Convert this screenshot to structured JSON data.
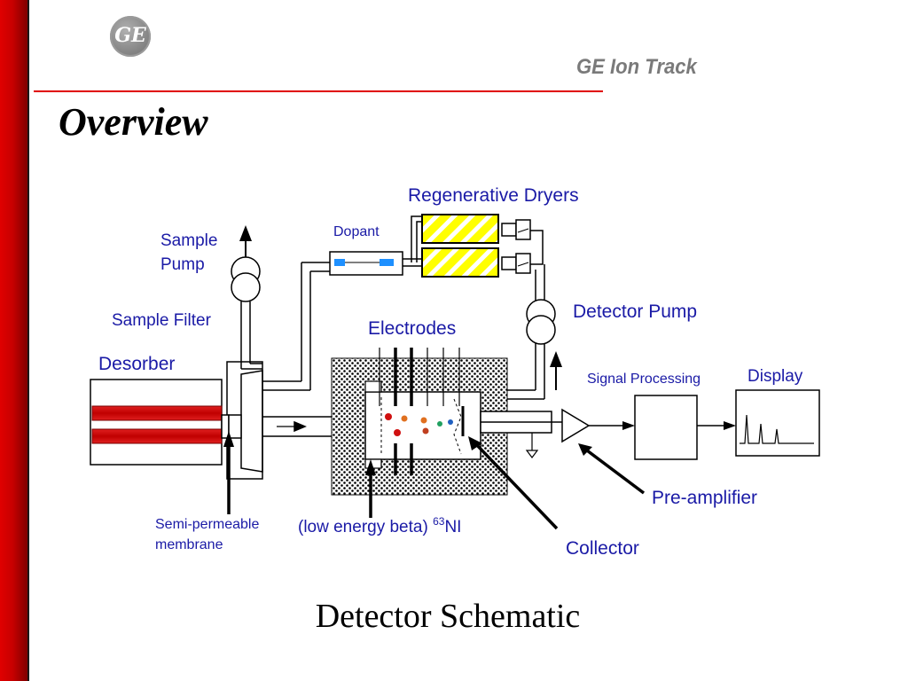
{
  "slide": {
    "title": "Overview",
    "brand": "GE  Ion Track",
    "logo_text": "GE",
    "caption": "Detector Schematic"
  },
  "labels": {
    "regenerative_dryers": "Regenerative Dryers",
    "dopant": "Dopant",
    "sample_pump_line1": "Sample",
    "sample_pump_line2": "Pump",
    "detector_pump": "Detector Pump",
    "sample_filter": "Sample Filter",
    "electrodes": "Electrodes",
    "desorber": "Desorber",
    "signal_processing": "Signal Processing",
    "display": "Display",
    "pre_amplifier": "Pre-amplifier",
    "semi_permeable_line1": "Semi-permeable",
    "semi_permeable_line2": "membrane",
    "ni_source_prefix": "(low energy beta) ",
    "ni_source_superscript": "63",
    "ni_source_suffix": "NI",
    "collector": "Collector"
  },
  "colors": {
    "label_text": "#1a1aa6",
    "accent_red": "#e00000",
    "dryer_yellow": "#ffff00",
    "dopant_blue": "#1e90ff"
  }
}
